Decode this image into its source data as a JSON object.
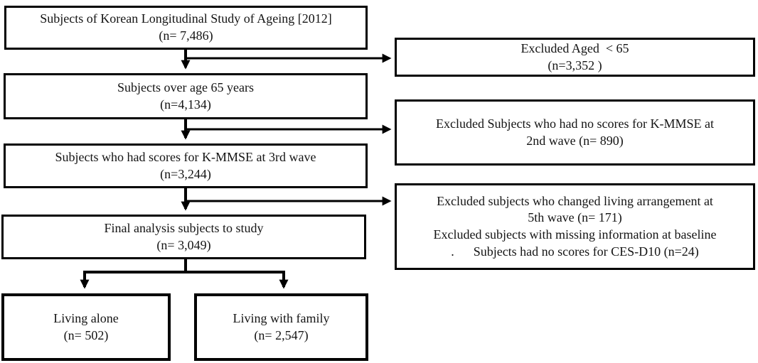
{
  "flowchart": {
    "main_boxes": [
      {
        "title": "Subjects of Korean Longitudinal Study of Ageing [2012]",
        "n": "(n= 7,486)"
      },
      {
        "title": "Subjects over age 65 years",
        "n": "(n=4,134)"
      },
      {
        "title": "Subjects who had scores for K-MMSE at 3rd wave",
        "n": "(n=3,244)"
      },
      {
        "title": "Final analysis subjects to study",
        "n": "(n= 3,049)"
      }
    ],
    "excluded_boxes": [
      {
        "lines": [
          "Excluded Aged  < 65",
          "(n=3,352 )"
        ]
      },
      {
        "lines": [
          "Excluded Subjects who had no scores for K-MMSE at",
          "2nd wave (n= 890)"
        ]
      },
      {
        "lines": [
          "Excluded subjects who changed living arrangement at",
          "5th wave (n= 171)",
          "Excluded subjects with missing information at baseline",
          ".      Subjects had no scores for CES-D10 (n=24)"
        ]
      }
    ],
    "outcome_boxes": [
      {
        "title": "Living alone",
        "n": "(n= 502)"
      },
      {
        "title": "Living with family",
        "n": "(n= 2,547)"
      }
    ],
    "colors": {
      "line_color": "#000000",
      "box_border": "#000000",
      "background": "#ffffff",
      "text": "#141414"
    }
  }
}
